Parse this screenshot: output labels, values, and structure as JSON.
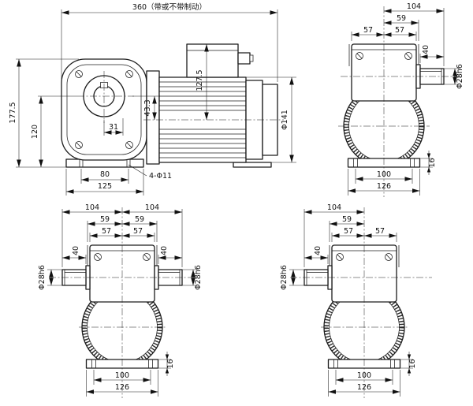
{
  "side_view": {
    "overall_length": "360（带或不带制动）",
    "gearbox_height": "177.5",
    "output_center_height": "120",
    "center_to_face": "31",
    "foot_hole_pitch": "80",
    "foot_length": "125",
    "foot_holes": "4-Φ11",
    "box_top_to_motor_axis": "127.5",
    "axis_offset": "43.3",
    "motor_diameter": "Φ141"
  },
  "end_view": {
    "center_to_shaft_end": "104",
    "center_to_flange_edge": "59",
    "center_to_housing_edge": "57",
    "shaft_length": "40",
    "shaft_diameter": "Φ28h6",
    "base_hole_pitch": "100",
    "base_width": "126",
    "base_height": "16"
  }
}
